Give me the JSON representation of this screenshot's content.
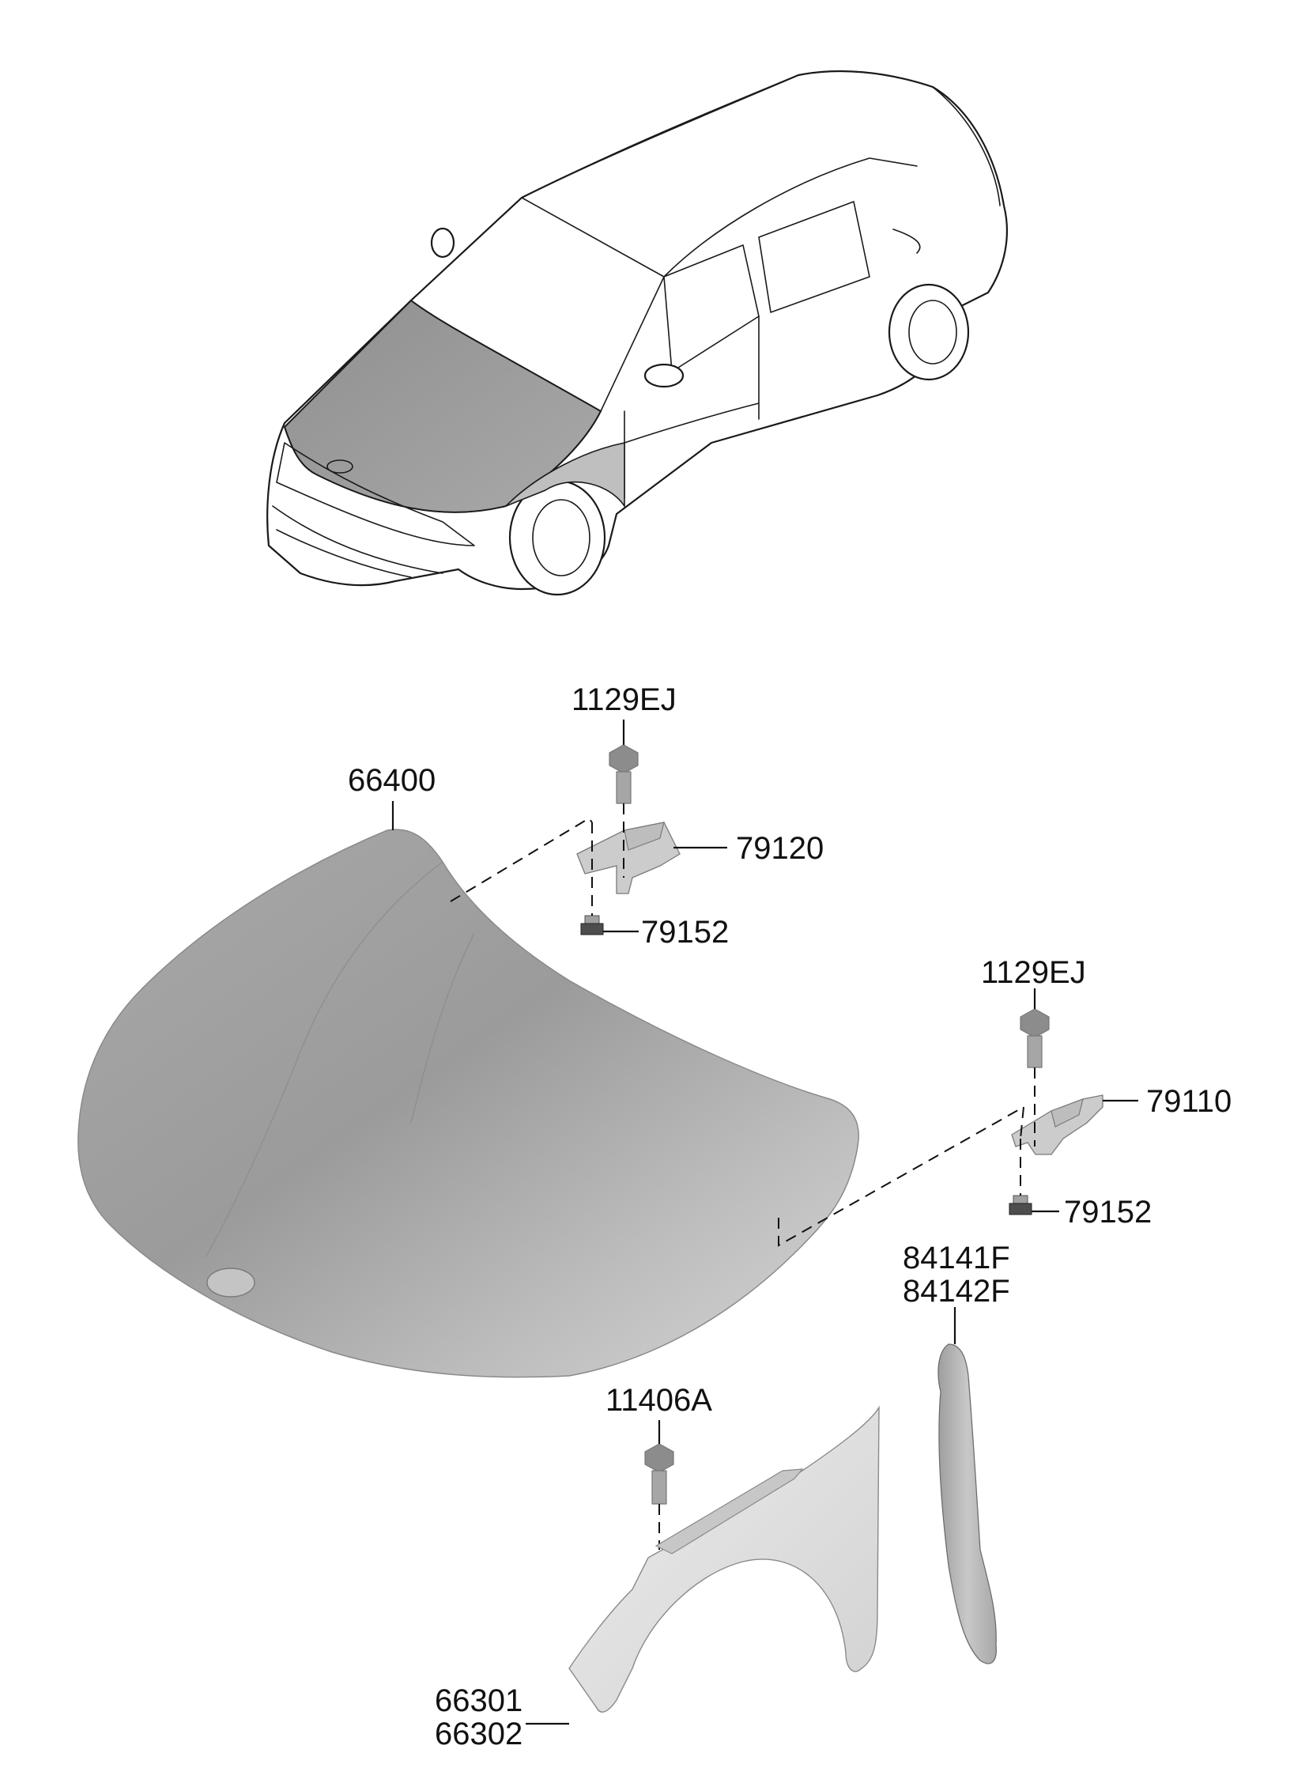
{
  "colors": {
    "line": "#1a1a1a",
    "hood_shade": "#9a9a9a",
    "part_light": "#d9d9d9",
    "part_mid": "#b3b3b3",
    "bolt": "#8c8c8c"
  },
  "callouts": {
    "hood": "66400",
    "bolt_upper_left": "1129EJ",
    "hinge_left": "79120",
    "nut_left": "79152",
    "bolt_upper_right": "1129EJ",
    "hinge_right": "79110",
    "nut_right": "79152",
    "fender_liner_a": "84141F",
    "fender_liner_b": "84142F",
    "fender_bolt": "11406A",
    "fender_a": "66301",
    "fender_b": "66302"
  }
}
